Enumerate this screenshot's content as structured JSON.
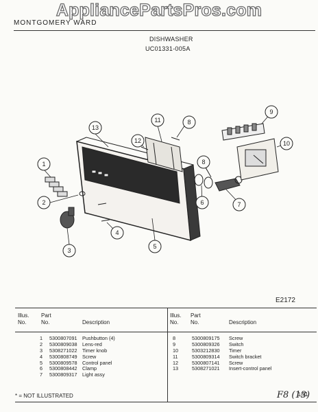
{
  "watermark": "AppliancePartsPros.com",
  "header": {
    "brand": "MONTGOMERY WARD",
    "title": "DISHWASHER",
    "model": "UC01331-005A"
  },
  "diagram": {
    "callouts": [
      "1",
      "2",
      "3",
      "4",
      "5",
      "6",
      "7",
      "8",
      "9",
      "10",
      "11",
      "12",
      "13"
    ],
    "code": "E2172"
  },
  "table": {
    "headers": {
      "illus": "Illus.",
      "no": "No.",
      "part": "Part",
      "partno": "No.",
      "desc": "Description"
    },
    "left_rows": [
      {
        "illus": "1",
        "part": "5300807091",
        "desc": "Pushbutton (4)"
      },
      {
        "illus": "2",
        "part": "5300809038",
        "desc": "Lens-red"
      },
      {
        "illus": "3",
        "part": "5308271022",
        "desc": "Timer knob"
      },
      {
        "illus": "4",
        "part": "5300808749",
        "desc": "Screw"
      },
      {
        "illus": "5",
        "part": "5300809578",
        "desc": "Control panel"
      },
      {
        "illus": "6",
        "part": "5300808442",
        "desc": "Clamp"
      },
      {
        "illus": "7",
        "part": "5300809317",
        "desc": "Light assy"
      }
    ],
    "right_rows": [
      {
        "illus": "8",
        "part": "5300809175",
        "desc": "Screw"
      },
      {
        "illus": "9",
        "part": "5300809326",
        "desc": "Switch"
      },
      {
        "illus": "10",
        "part": "5303212830",
        "desc": "Timer"
      },
      {
        "illus": "11",
        "part": "5300809314",
        "desc": "Switch bracket"
      },
      {
        "illus": "12",
        "part": "5300807141",
        "desc": "Screw"
      },
      {
        "illus": "13",
        "part": "5308271021",
        "desc": "Insert-control panel"
      }
    ]
  },
  "footer": {
    "note": "* = NOT ILLUSTRATED",
    "handwriting": "F8 (13)",
    "page": "1/91"
  }
}
